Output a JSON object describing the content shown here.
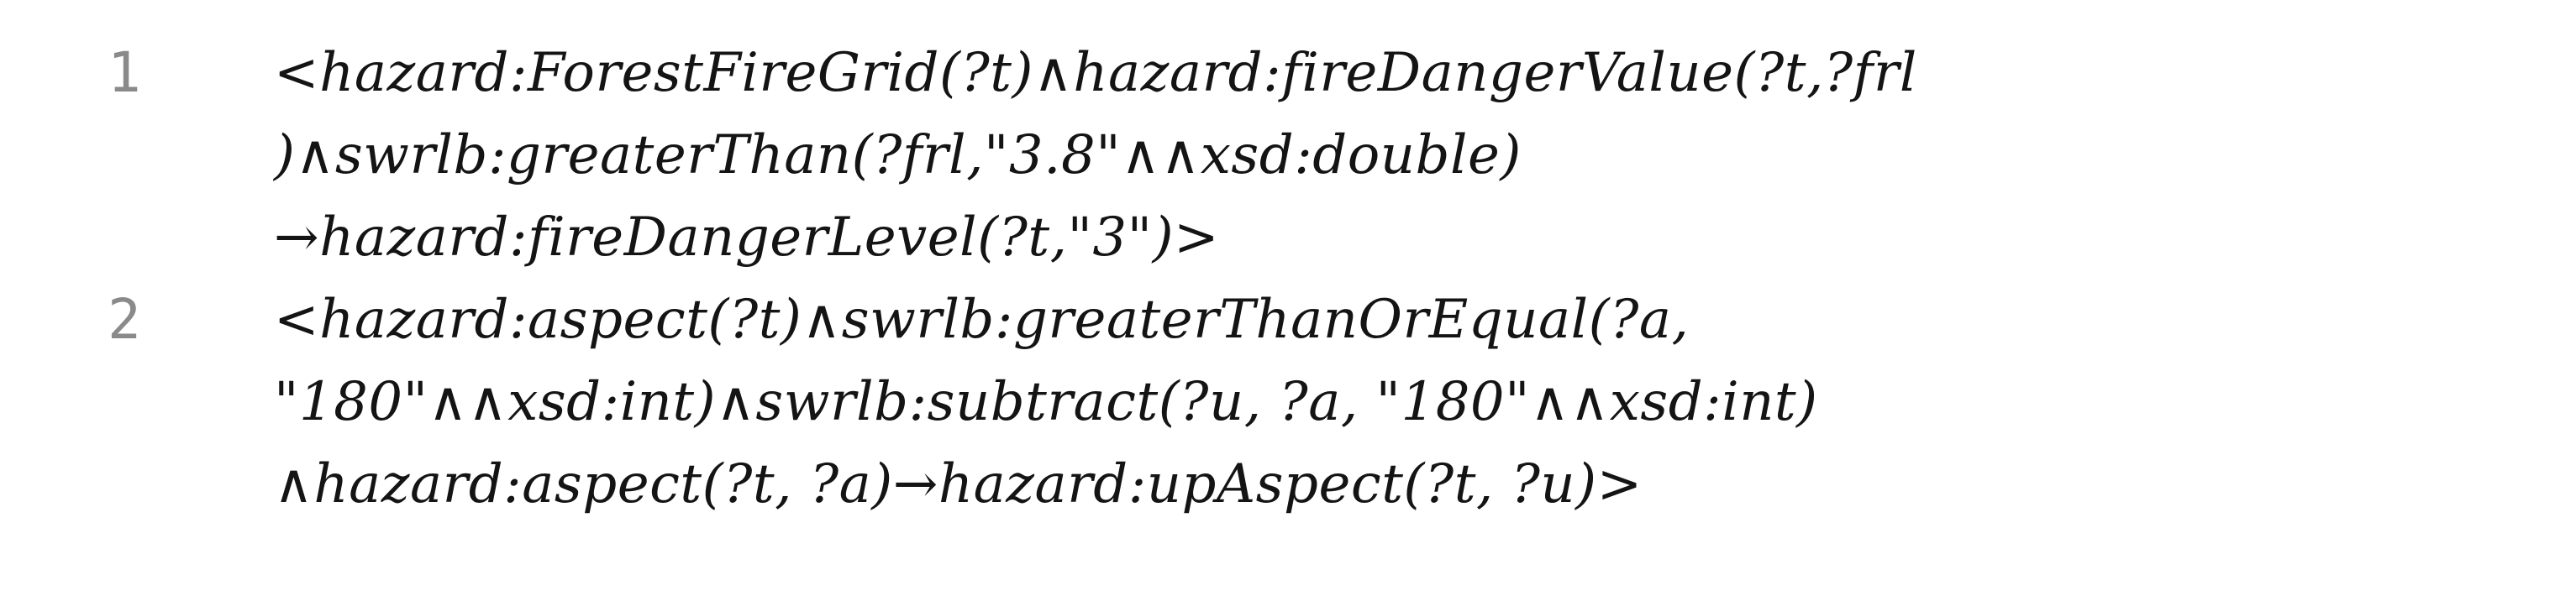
{
  "rules": [
    {
      "number": "1",
      "lines": [
        "<hazard:ForestFireGrid(?t)∧hazard:fireDangerValue(?t,?frl",
        ")∧swrlb:greaterThan(?frl,\"3.8\"∧∧xsd:double)",
        "→hazard:fireDangerLevel(?t,\"3\")>"
      ]
    },
    {
      "number": "2",
      "lines": [
        "<hazard:aspect(?t)∧swrlb:greaterThanOrEqual(?a,",
        "\"180\"∧∧xsd:int)∧swrlb:subtract(?u, ?a, \"180\"∧∧xsd:int)",
        "∧hazard:aspect(?t, ?a)→hazard:upAspect(?t, ?u)>"
      ]
    }
  ]
}
